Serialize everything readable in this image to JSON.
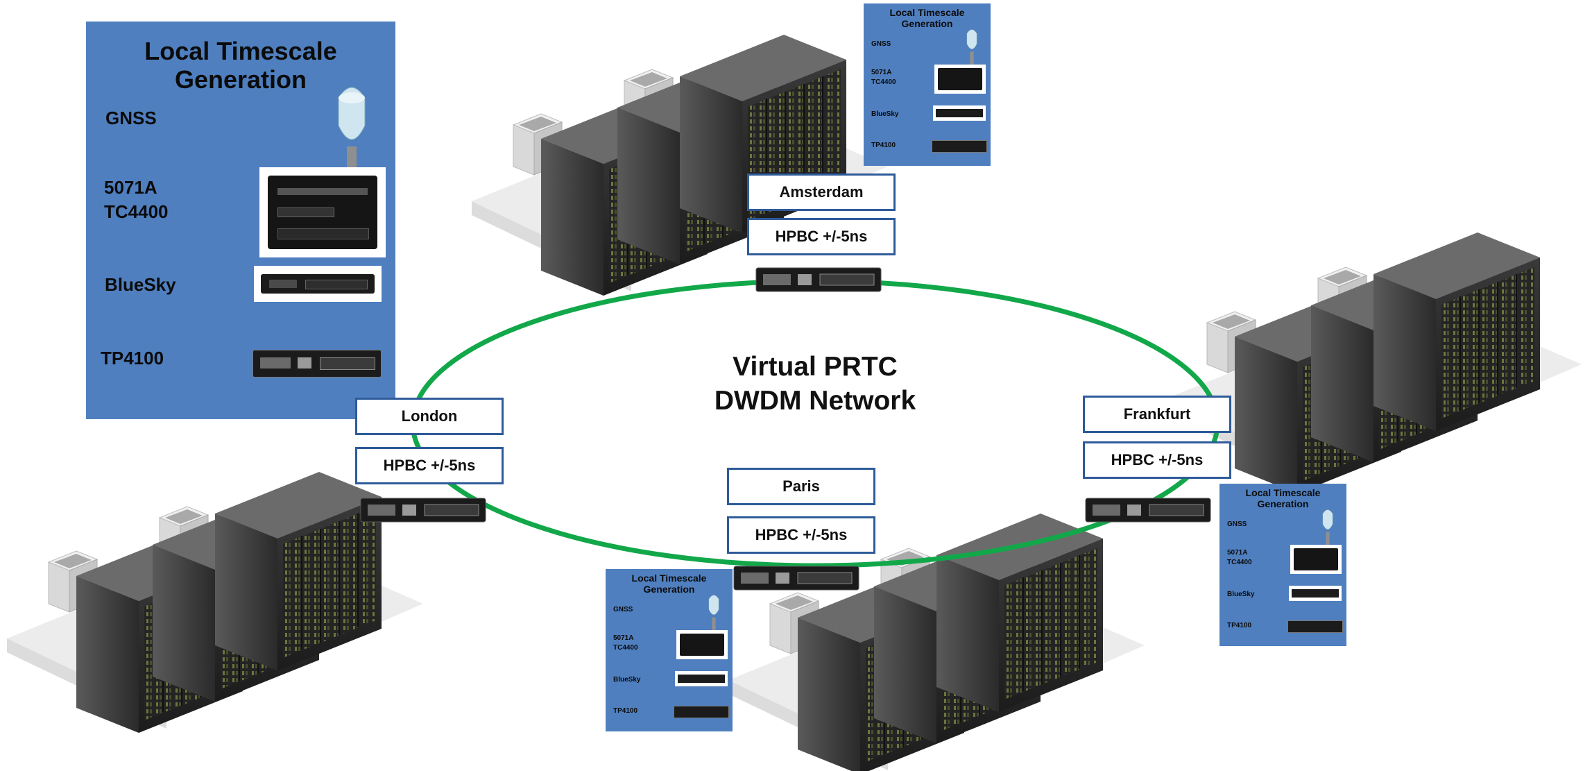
{
  "network": {
    "title_line1": "Virtual PRTC",
    "title_line2": "DWDM Network",
    "ring_color": "#12a84a"
  },
  "panel_color": "#4f7fbf",
  "label_border_color": "#2e5b9a",
  "panel": {
    "title_line1": "Local Timescale",
    "title_line2": "Generation",
    "gnss": "GNSS",
    "clock": "5071A\nTC4400",
    "bluesky": "BlueSky",
    "tp": "TP4100"
  },
  "sites": [
    {
      "name": "Amsterdam",
      "hpbc": "HPBC +/-5ns"
    },
    {
      "name": "London",
      "hpbc": "HPBC +/-5ns"
    },
    {
      "name": "Paris",
      "hpbc": "HPBC +/-5ns"
    },
    {
      "name": "Frankfurt",
      "hpbc": "HPBC +/-5ns"
    }
  ],
  "icons": [
    "gnss-antenna-icon",
    "cesium-clock-icon",
    "bluesky-device-icon",
    "tp4100-device-icon",
    "server-rack-icon",
    "cooling-unit-icon"
  ]
}
